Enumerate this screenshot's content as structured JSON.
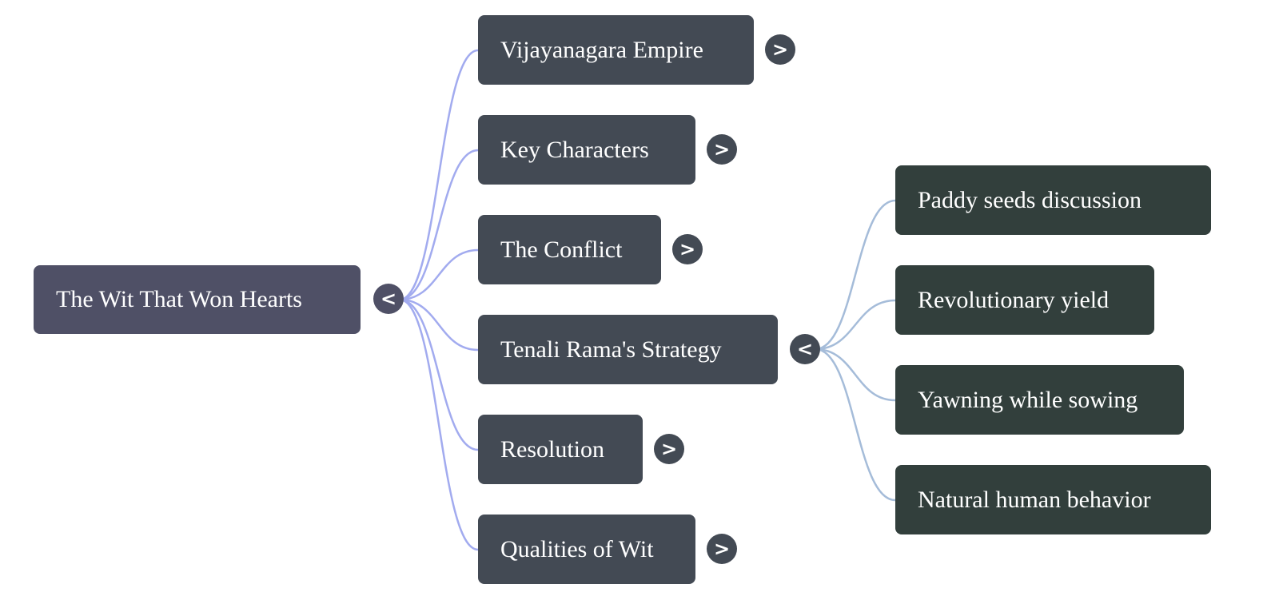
{
  "root": {
    "label": "The Wit That Won Hearts",
    "toggle": "<"
  },
  "branches": [
    {
      "label": "Vijayanagara Empire",
      "toggle": ">"
    },
    {
      "label": "Key Characters",
      "toggle": ">"
    },
    {
      "label": "The Conflict",
      "toggle": ">"
    },
    {
      "label": "Tenali Rama's Strategy",
      "toggle": "<"
    },
    {
      "label": "Resolution",
      "toggle": ">"
    },
    {
      "label": "Qualities of Wit",
      "toggle": ">"
    }
  ],
  "strategy_children": [
    {
      "label": "Paddy seeds discussion"
    },
    {
      "label": "Revolutionary yield"
    },
    {
      "label": "Yawning while sowing"
    },
    {
      "label": "Natural human behavior"
    }
  ],
  "colors": {
    "root": "#4f5066",
    "branch": "#434a54",
    "leaf": "#323f3c",
    "root_edge": "#a2abef",
    "branch_edge": "#a5bcd9"
  }
}
